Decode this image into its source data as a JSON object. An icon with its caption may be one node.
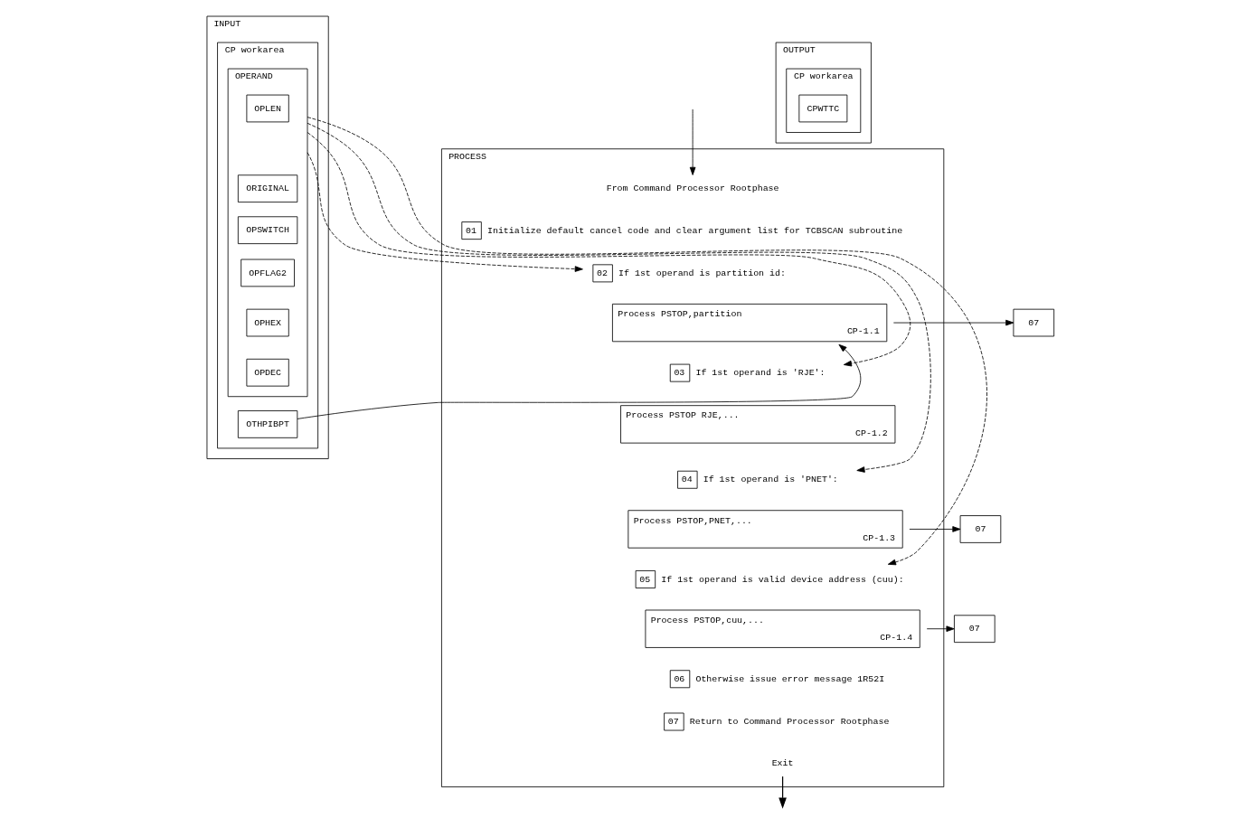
{
  "diagram": {
    "nodes": [
      {
        "text": [
          "INPUT"
        ]
      },
      {
        "text": [
          "CP workarea"
        ],
        "in": 0
      },
      {
        "text": [
          "OPERAND"
        ],
        "in": 1
      },
      {
        "text": [
          "OPLEN"
        ],
        "in": 2
      },
      {
        "text": [
          "ORIGINAL"
        ],
        "in": 2
      },
      {
        "text": [
          "OPSWITCH"
        ],
        "in": 2
      },
      {
        "text": [
          "OPFLAG2"
        ],
        "in": 2
      },
      {
        "text": [
          "OPHEX"
        ],
        "in": 2
      },
      {
        "text": [
          "OPDEC"
        ],
        "in": 2
      },
      {
        "text": [
          "OTHPIBPT"
        ],
        "in": 1
      },
      {
        "text": [
          "PROCESS"
        ]
      },
      {
        "text": [
          "From Command Processor Rootphase"
        ],
        "in": 10
      },
      {
        "text": [
          "01"
        ],
        "beside": [
          "Initialize default cancel code and clear argument list for TCBSCAN subroutine"
        ],
        "in": 10
      },
      {
        "text": [
          "02"
        ],
        "beside": [
          "If 1st operand is partition id:"
        ],
        "in": 10
      },
      {
        "text": [
          "Process PSTOP,partition",
          "CP-1.1"
        ],
        "in": 10
      },
      {
        "text": [
          "07"
        ]
      },
      {
        "text": [
          "03"
        ],
        "beside": [
          "If 1st operand is 'RJE':"
        ],
        "in": 10
      },
      {
        "text": [
          "Process PSTOP RJE,...",
          "CP-1.2"
        ],
        "in": 10
      },
      {
        "text": [
          "04"
        ],
        "beside": [
          "If 1st operand is 'PNET':"
        ],
        "in": 10
      },
      {
        "text": [
          "Process PSTOP,PNET,...",
          "CP-1.3"
        ],
        "in": 10
      },
      {
        "text": [
          "07"
        ]
      },
      {
        "text": [
          "05"
        ],
        "beside": [
          "If 1st operand is valid device address (cuu):"
        ],
        "in": 10
      },
      {
        "text": [
          "Process PSTOP,cuu,...",
          "CP-1.4"
        ],
        "in": 10
      },
      {
        "text": [
          "07"
        ]
      },
      {
        "text": [
          "06"
        ],
        "beside": [
          "Otherwise issue error message 1R52I"
        ],
        "in": 10
      },
      {
        "text": [
          "07"
        ],
        "beside": [
          "Return to Command Processor Rootphase"
        ],
        "in": 10
      },
      {
        "text": [
          "Exit"
        ],
        "in": 10
      },
      {
        "text": [
          "OUTPUT"
        ]
      },
      {
        "text": [
          "CP workarea"
        ],
        "in": 27
      },
      {
        "text": [
          "CPWTTC"
        ],
        "in": 28
      }
    ],
    "edges": [
      {
        "from": null,
        "to": 11,
        "arrow": "to"
      },
      {
        "from": 2,
        "to": 13,
        "arrow": "to",
        "style": "dashed"
      },
      {
        "from": 2,
        "to": 16,
        "arrow": "to",
        "style": "dashed"
      },
      {
        "from": 2,
        "to": 18,
        "arrow": "to",
        "style": "dashed"
      },
      {
        "from": 2,
        "to": 21,
        "arrow": "to",
        "style": "dashed"
      },
      {
        "from": 9,
        "to": 14,
        "arrow": "to"
      },
      {
        "from": 14,
        "to": 15,
        "arrow": "to"
      },
      {
        "from": 19,
        "to": 20,
        "arrow": "to"
      },
      {
        "from": 22,
        "to": 23,
        "arrow": "to"
      },
      {
        "from": 26,
        "to": null,
        "arrow": "to"
      }
    ]
  }
}
